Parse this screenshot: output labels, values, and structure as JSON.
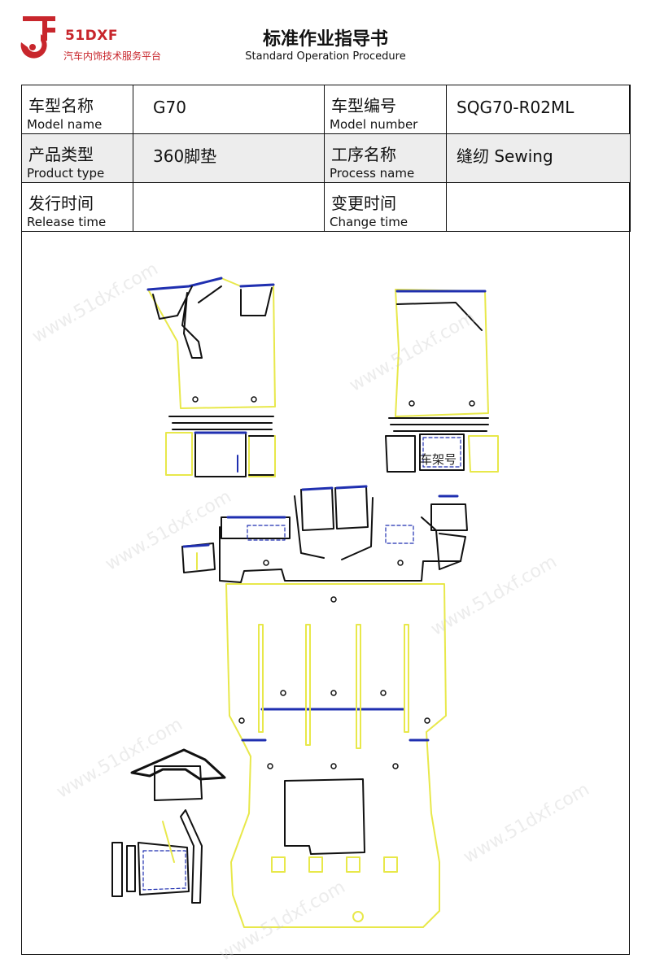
{
  "header": {
    "brand_name": "51DXF",
    "brand_tagline": "汽车内饰技术服务平台",
    "title": "标准作业指导书",
    "subtitle": "Standard Operation Procedure",
    "brand_color": "#c8262c"
  },
  "info_table": {
    "model_name": {
      "cn": "车型名称",
      "en": "Model name",
      "value": "G70"
    },
    "model_number": {
      "cn": "车型编号",
      "en": "Model number",
      "value": "SQG70-R02ML"
    },
    "product_type": {
      "cn": "产品类型",
      "en": "Product type",
      "value": "360脚垫"
    },
    "process_name": {
      "cn": "工序名称",
      "en": "Process name",
      "value": "缝纫 Sewing"
    },
    "release_time": {
      "cn": "发行时间",
      "en": "Release time",
      "value": ""
    },
    "change_time": {
      "cn": "变更时间",
      "en": "Change time",
      "value": ""
    }
  },
  "drawing": {
    "frame_label": "车架号",
    "colors": {
      "outline": "#e6e640",
      "cut": "#111111",
      "seam": "#1f2fb0"
    }
  },
  "watermark": {
    "text": "www.51dxf.com"
  }
}
